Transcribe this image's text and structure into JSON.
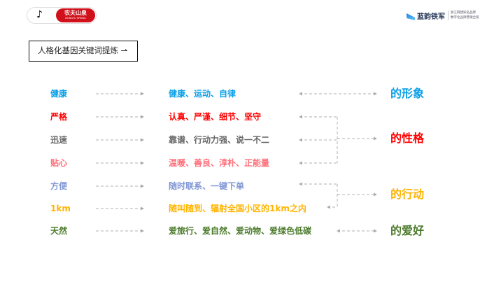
{
  "header": {
    "brand_icon": "tiktok-icon",
    "brand_cn": "农夫山泉",
    "brand_en": "NONGFU SPRING",
    "partner_name": "蓝韵铁军",
    "partner_sub1": "浙江网建知名品牌",
    "partner_sub2": "数字化品牌营销全案"
  },
  "title": "人格化基因关键词提炼 ⇀",
  "colors": {
    "blue": "#0aa0e8",
    "red": "#ff0000",
    "gray": "#666666",
    "pink": "#ff6f7a",
    "steel": "#8197d6",
    "orange": "#ffb400",
    "green": "#4a7a2a"
  },
  "rows": [
    {
      "key": "健康",
      "desc": "健康、运动、自律",
      "color": "#0aa0e8"
    },
    {
      "key": "严格",
      "desc": "认真、严谨、细节、坚守",
      "color": "#ff0000"
    },
    {
      "key": "迅速",
      "desc": "靠谱、行动力强、说一不二",
      "color": "#666666"
    },
    {
      "key": "贴心",
      "desc": "温暖、善良、淳朴、正能量",
      "color": "#ff6f7a"
    },
    {
      "key": "方便",
      "desc": "随时联系、一键下单",
      "color": "#8197d6"
    },
    {
      "key": "1km",
      "desc": "随叫随到、辐射全国小区的1km之内",
      "color": "#ffb400"
    },
    {
      "key": "天然",
      "desc": "爱旅行、爱自然、爱动物、爱绿色低碳",
      "color": "#4a7a2a"
    }
  ],
  "results": [
    {
      "label": "的形象",
      "color": "#0aa0e8"
    },
    {
      "label": "的性格",
      "color": "#ff0000"
    },
    {
      "label": "的行动",
      "color": "#ffb400"
    },
    {
      "label": "的爱好",
      "color": "#4a7a2a"
    }
  ]
}
